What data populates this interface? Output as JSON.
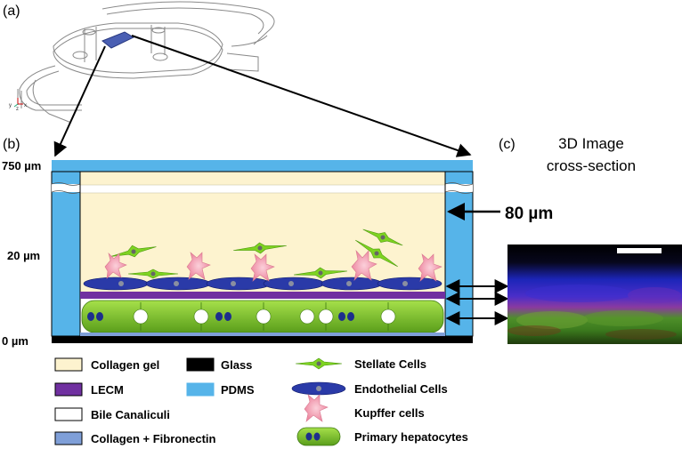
{
  "panels": {
    "a": "(a)",
    "b": "(b)",
    "c": "(c)"
  },
  "axis_mini": {
    "y": "y",
    "z": "z",
    "x": "x"
  },
  "scale_labels": {
    "top": "750 µm",
    "mid": "20 µm",
    "bottom": "0 µm"
  },
  "callout_80": "80 µm",
  "panel_c_title": {
    "line1": "3D Image",
    "line2": "cross-section"
  },
  "legend": {
    "collagen_gel": "Collagen gel",
    "glass": "Glass",
    "lecm": "LECM",
    "pdms": "PDMS",
    "bile_canaliculi": "Bile Canaliculi",
    "collagen_fibronectin": "Collagen + Fibronectin",
    "stellate": "Stellate Cells",
    "endothelial": "Endothelial Cells",
    "kupffer": "Kupffer cells",
    "hepatocytes": "Primary hepatocytes"
  },
  "colors": {
    "collagen_gel": "#fdf3cf",
    "lecm": "#7030a0",
    "glass": "#000000",
    "pdms": "#56b4e9",
    "bile_canaliculi": "#ffffff",
    "collagen_fibronectin": "#7f9fd8",
    "stellate": "#7ed321",
    "endothelial": "#2a3aa8",
    "kupffer": "#f7a1b4",
    "hepatocyte": "#8ccf2e"
  }
}
